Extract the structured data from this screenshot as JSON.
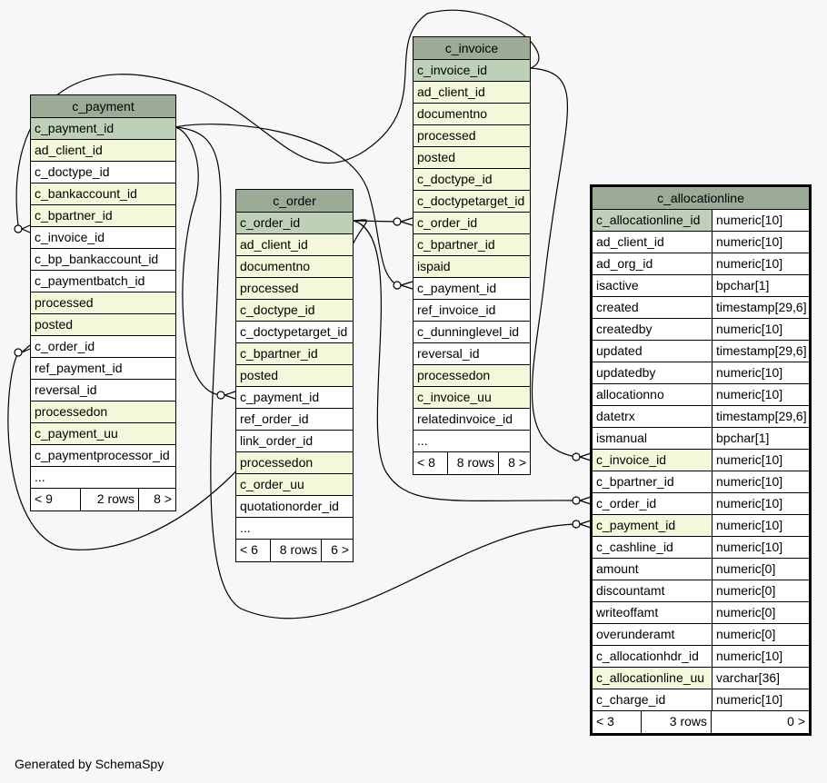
{
  "credit": "Generated by SchemaSpy",
  "tables": {
    "c_payment": {
      "title": "c_payment",
      "columns": [
        {
          "name": "c_payment_id",
          "kind": "pk"
        },
        {
          "name": "ad_client_id",
          "kind": "idx"
        },
        {
          "name": "c_doctype_id",
          "kind": "plain"
        },
        {
          "name": "c_bankaccount_id",
          "kind": "idx"
        },
        {
          "name": "c_bpartner_id",
          "kind": "idx"
        },
        {
          "name": "c_invoice_id",
          "kind": "plain"
        },
        {
          "name": "c_bp_bankaccount_id",
          "kind": "plain"
        },
        {
          "name": "c_paymentbatch_id",
          "kind": "plain"
        },
        {
          "name": "processed",
          "kind": "idx"
        },
        {
          "name": "posted",
          "kind": "idx"
        },
        {
          "name": "c_order_id",
          "kind": "plain"
        },
        {
          "name": "ref_payment_id",
          "kind": "plain"
        },
        {
          "name": "reversal_id",
          "kind": "plain"
        },
        {
          "name": "processedon",
          "kind": "idx"
        },
        {
          "name": "c_payment_uu",
          "kind": "idx"
        },
        {
          "name": "c_paymentprocessor_id",
          "kind": "plain"
        },
        {
          "name": "...",
          "kind": "plain"
        }
      ],
      "footer": {
        "parents": "< 9",
        "rows": "2 rows",
        "children": "8 >"
      }
    },
    "c_order": {
      "title": "c_order",
      "columns": [
        {
          "name": "c_order_id",
          "kind": "pk"
        },
        {
          "name": "ad_client_id",
          "kind": "idx"
        },
        {
          "name": "documentno",
          "kind": "idx"
        },
        {
          "name": "processed",
          "kind": "idx"
        },
        {
          "name": "c_doctype_id",
          "kind": "idx"
        },
        {
          "name": "c_doctypetarget_id",
          "kind": "plain"
        },
        {
          "name": "c_bpartner_id",
          "kind": "idx"
        },
        {
          "name": "posted",
          "kind": "idx"
        },
        {
          "name": "c_payment_id",
          "kind": "plain"
        },
        {
          "name": "ref_order_id",
          "kind": "plain"
        },
        {
          "name": "link_order_id",
          "kind": "plain"
        },
        {
          "name": "processedon",
          "kind": "idx"
        },
        {
          "name": "c_order_uu",
          "kind": "idx"
        },
        {
          "name": "quotationorder_id",
          "kind": "plain"
        },
        {
          "name": "...",
          "kind": "plain"
        }
      ],
      "footer": {
        "parents": "< 6",
        "rows": "8 rows",
        "children": "6 >"
      }
    },
    "c_invoice": {
      "title": "c_invoice",
      "columns": [
        {
          "name": "c_invoice_id",
          "kind": "pk"
        },
        {
          "name": "ad_client_id",
          "kind": "idx"
        },
        {
          "name": "documentno",
          "kind": "idx"
        },
        {
          "name": "processed",
          "kind": "idx"
        },
        {
          "name": "posted",
          "kind": "idx"
        },
        {
          "name": "c_doctype_id",
          "kind": "idx"
        },
        {
          "name": "c_doctypetarget_id",
          "kind": "idx"
        },
        {
          "name": "c_order_id",
          "kind": "idx"
        },
        {
          "name": "c_bpartner_id",
          "kind": "idx"
        },
        {
          "name": "ispaid",
          "kind": "idx"
        },
        {
          "name": "c_payment_id",
          "kind": "plain"
        },
        {
          "name": "ref_invoice_id",
          "kind": "plain"
        },
        {
          "name": "c_dunninglevel_id",
          "kind": "plain"
        },
        {
          "name": "reversal_id",
          "kind": "plain"
        },
        {
          "name": "processedon",
          "kind": "idx"
        },
        {
          "name": "c_invoice_uu",
          "kind": "idx"
        },
        {
          "name": "relatedinvoice_id",
          "kind": "plain"
        },
        {
          "name": "...",
          "kind": "plain"
        }
      ],
      "footer": {
        "parents": "< 8",
        "rows": "8 rows",
        "children": "8 >"
      }
    },
    "c_allocationline": {
      "title": "c_allocationline",
      "columns": [
        {
          "name": "c_allocationline_id",
          "type": "numeric[10]",
          "kind": "pk"
        },
        {
          "name": "ad_client_id",
          "type": "numeric[10]",
          "kind": "plain"
        },
        {
          "name": "ad_org_id",
          "type": "numeric[10]",
          "kind": "plain"
        },
        {
          "name": "isactive",
          "type": "bpchar[1]",
          "kind": "plain"
        },
        {
          "name": "created",
          "type": "timestamp[29,6]",
          "kind": "plain"
        },
        {
          "name": "createdby",
          "type": "numeric[10]",
          "kind": "plain"
        },
        {
          "name": "updated",
          "type": "timestamp[29,6]",
          "kind": "plain"
        },
        {
          "name": "updatedby",
          "type": "numeric[10]",
          "kind": "plain"
        },
        {
          "name": "allocationno",
          "type": "numeric[10]",
          "kind": "plain"
        },
        {
          "name": "datetrx",
          "type": "timestamp[29,6]",
          "kind": "plain"
        },
        {
          "name": "ismanual",
          "type": "bpchar[1]",
          "kind": "plain"
        },
        {
          "name": "c_invoice_id",
          "type": "numeric[10]",
          "kind": "idx"
        },
        {
          "name": "c_bpartner_id",
          "type": "numeric[10]",
          "kind": "plain"
        },
        {
          "name": "c_order_id",
          "type": "numeric[10]",
          "kind": "plain"
        },
        {
          "name": "c_payment_id",
          "type": "numeric[10]",
          "kind": "idx"
        },
        {
          "name": "c_cashline_id",
          "type": "numeric[10]",
          "kind": "plain"
        },
        {
          "name": "amount",
          "type": "numeric[0]",
          "kind": "plain"
        },
        {
          "name": "discountamt",
          "type": "numeric[0]",
          "kind": "plain"
        },
        {
          "name": "writeoffamt",
          "type": "numeric[0]",
          "kind": "plain"
        },
        {
          "name": "overunderamt",
          "type": "numeric[0]",
          "kind": "plain"
        },
        {
          "name": "c_allocationhdr_id",
          "type": "numeric[10]",
          "kind": "plain"
        },
        {
          "name": "c_allocationline_uu",
          "type": "varchar[36]",
          "kind": "idx"
        },
        {
          "name": "c_charge_id",
          "type": "numeric[10]",
          "kind": "plain"
        }
      ],
      "footer": {
        "parents": "< 3",
        "rows": "3 rows",
        "children": "0 >"
      }
    }
  },
  "colors": {
    "header": "#9bab96",
    "primary_key": "#bed1b8",
    "indexed": "#f4f7da",
    "background": "#f7f7f7"
  }
}
